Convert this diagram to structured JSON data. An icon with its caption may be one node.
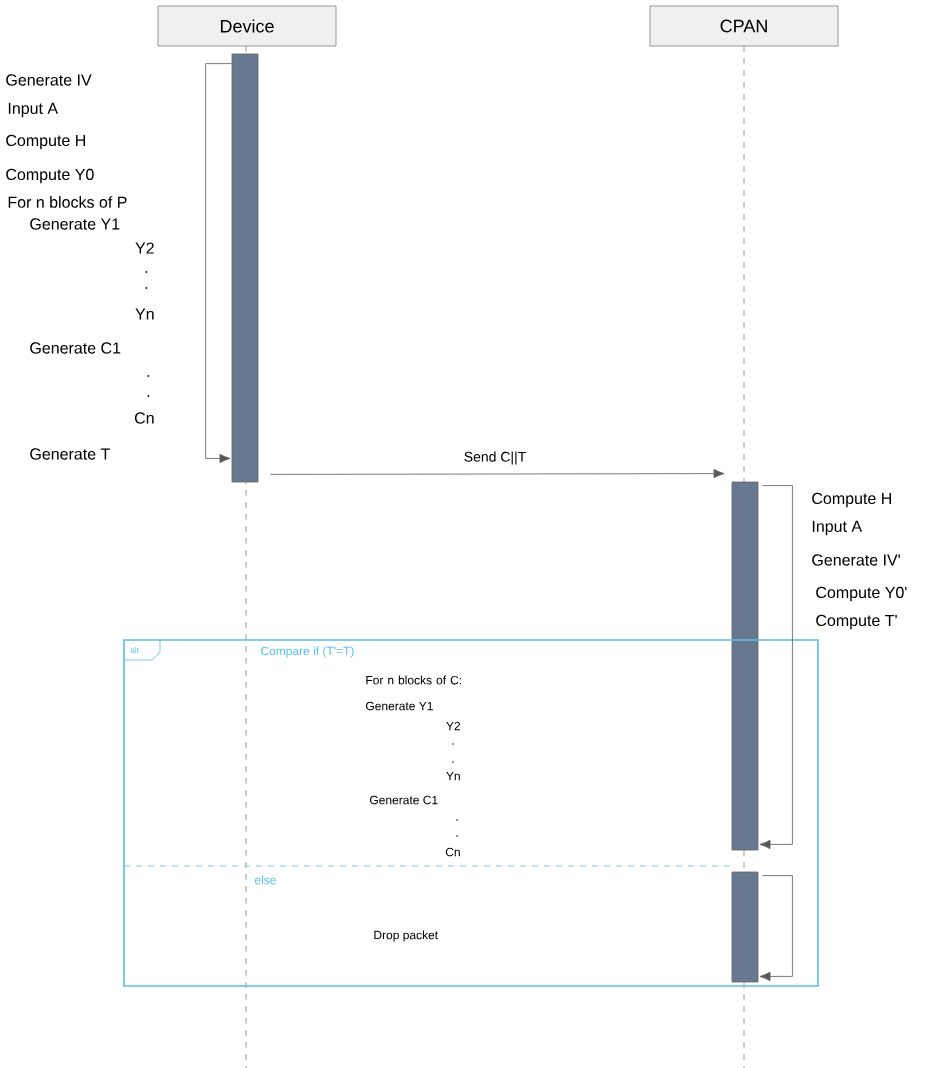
{
  "diagram": {
    "nodes": [
      {
        "text": [
          "Device"
        ]
      },
      {
        "text": [
          "CPAN"
        ]
      },
      {
        "text": [],
        "shape": "bar"
      },
      {
        "text": [],
        "shape": "bar"
      },
      {
        "text": [],
        "shape": "bar",
        "in": 5
      },
      {
        "text": [
          "alt",
          "Compare if (T'=T)",
          "else"
        ]
      }
    ],
    "edges": [
      {
        "from": 2,
        "to": 3,
        "arrow": "to",
        "label": "Send C||T"
      },
      {
        "from": 2,
        "to": 2,
        "arrow": "to"
      },
      {
        "from": 3,
        "to": 3,
        "arrow": "to"
      },
      {
        "from": 4,
        "to": 4,
        "arrow": "to"
      }
    ],
    "labels": [
      "Generate IV",
      "Input A",
      "Compute H",
      "Compute Y0",
      "For n blocks of P",
      "Generate Y1",
      "Y2",
      ".",
      ".",
      "Yn",
      "Generate C1",
      ".",
      ".",
      "Cn",
      "Generate  T",
      "Compute H",
      "Input A",
      "Generate IV'",
      "Compute Y0'",
      "Compute  T'",
      "For n blocks of C:",
      "Generate Y1",
      "Y2",
      ".",
      ".",
      "Yn",
      "Generate C1",
      ".",
      ".",
      "Cn",
      "Drop packet"
    ]
  }
}
